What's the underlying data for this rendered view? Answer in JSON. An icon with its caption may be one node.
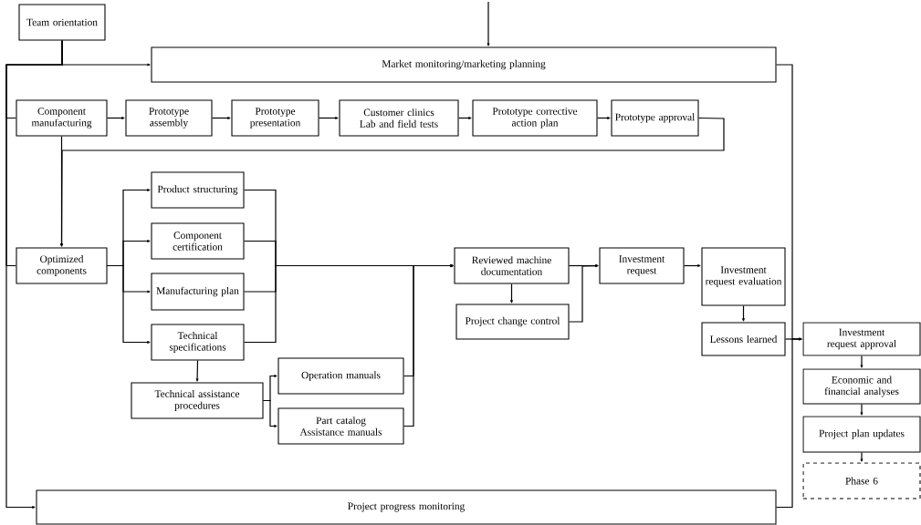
{
  "diagram": {
    "nodes": [
      {
        "text": [
          "Team orientation"
        ]
      },
      {
        "text": [
          "Market monitoring/marketing planning"
        ]
      },
      {
        "text": [
          "Component manufacturing"
        ]
      },
      {
        "text": [
          "Prototype assembly"
        ]
      },
      {
        "text": [
          "Prototype presentation"
        ]
      },
      {
        "text": [
          "Customer clinics Lab and field tests"
        ]
      },
      {
        "text": [
          "Prototype corrective action plan"
        ]
      },
      {
        "text": [
          "Prototype approval"
        ]
      },
      {
        "text": [
          "Optimized components"
        ]
      },
      {
        "text": [
          "Product structuring"
        ]
      },
      {
        "text": [
          "Component certification"
        ]
      },
      {
        "text": [
          "Manufacturing plan"
        ]
      },
      {
        "text": [
          "Technical specifications"
        ]
      },
      {
        "text": [
          "Technical assistance procedures"
        ]
      },
      {
        "text": [
          "Operation manuals"
        ]
      },
      {
        "text": [
          "Part catalog Assistance manuals"
        ]
      },
      {
        "text": [
          "Reviewed machine documentation"
        ]
      },
      {
        "text": [
          "Project change control"
        ]
      },
      {
        "text": [
          "Investment request"
        ]
      },
      {
        "text": [
          "Investment request evaluation"
        ]
      },
      {
        "text": [
          "Lessons learned"
        ]
      },
      {
        "text": [
          "Investment request approval"
        ]
      },
      {
        "text": [
          "Economic and financial analyses"
        ]
      },
      {
        "text": [
          "Project plan updates"
        ]
      },
      {
        "text": [
          "Phase 6"
        ]
      },
      {
        "text": [
          "Project progress monitoring"
        ]
      }
    ],
    "edges": [
      {
        "from": 0,
        "to": 1,
        "arrow": "to"
      },
      {
        "from": 0,
        "to": 2,
        "arrow": "none"
      },
      {
        "from": 0,
        "to": 8,
        "arrow": "none"
      },
      {
        "from": 0,
        "to": 25,
        "arrow": "to"
      },
      {
        "from": 2,
        "to": 3,
        "arrow": "to"
      },
      {
        "from": 3,
        "to": 4,
        "arrow": "to"
      },
      {
        "from": 4,
        "to": 5,
        "arrow": "to"
      },
      {
        "from": 5,
        "to": 6,
        "arrow": "to"
      },
      {
        "from": 6,
        "to": 7,
        "arrow": "to"
      },
      {
        "from": 7,
        "to": 8,
        "arrow": "to"
      },
      {
        "from": 2,
        "to": 8,
        "arrow": "to"
      },
      {
        "from": 8,
        "to": 9,
        "arrow": "to"
      },
      {
        "from": 8,
        "to": 10,
        "arrow": "to"
      },
      {
        "from": 8,
        "to": 11,
        "arrow": "to"
      },
      {
        "from": 8,
        "to": 12,
        "arrow": "to"
      },
      {
        "from": 9,
        "to": 16,
        "arrow": "to"
      },
      {
        "from": 10,
        "to": 16,
        "arrow": "to"
      },
      {
        "from": 11,
        "to": 16,
        "arrow": "to"
      },
      {
        "from": 12,
        "to": 16,
        "arrow": "to"
      },
      {
        "from": 12,
        "to": 13,
        "arrow": "to"
      },
      {
        "from": 13,
        "to": 14,
        "arrow": "to"
      },
      {
        "from": 13,
        "to": 15,
        "arrow": "to"
      },
      {
        "from": 14,
        "to": 16,
        "arrow": "to"
      },
      {
        "from": 15,
        "to": 16,
        "arrow": "to"
      },
      {
        "from": 16,
        "to": 17,
        "arrow": "to"
      },
      {
        "from": 16,
        "to": 18,
        "arrow": "to"
      },
      {
        "from": 17,
        "to": 18,
        "arrow": "to"
      },
      {
        "from": 18,
        "to": 19,
        "arrow": "to"
      },
      {
        "from": 19,
        "to": 20,
        "arrow": "to"
      },
      {
        "from": 20,
        "to": 21,
        "arrow": "to"
      },
      {
        "from": 21,
        "to": 22,
        "arrow": "to"
      },
      {
        "from": 22,
        "to": 23,
        "arrow": "to"
      },
      {
        "from": 23,
        "to": 24,
        "arrow": "to"
      },
      {
        "from": 1,
        "to": 21,
        "arrow": "to"
      },
      {
        "from": 25,
        "to": 21,
        "arrow": "to"
      },
      {
        "from": null,
        "to": 1,
        "arrow": "to"
      }
    ]
  }
}
